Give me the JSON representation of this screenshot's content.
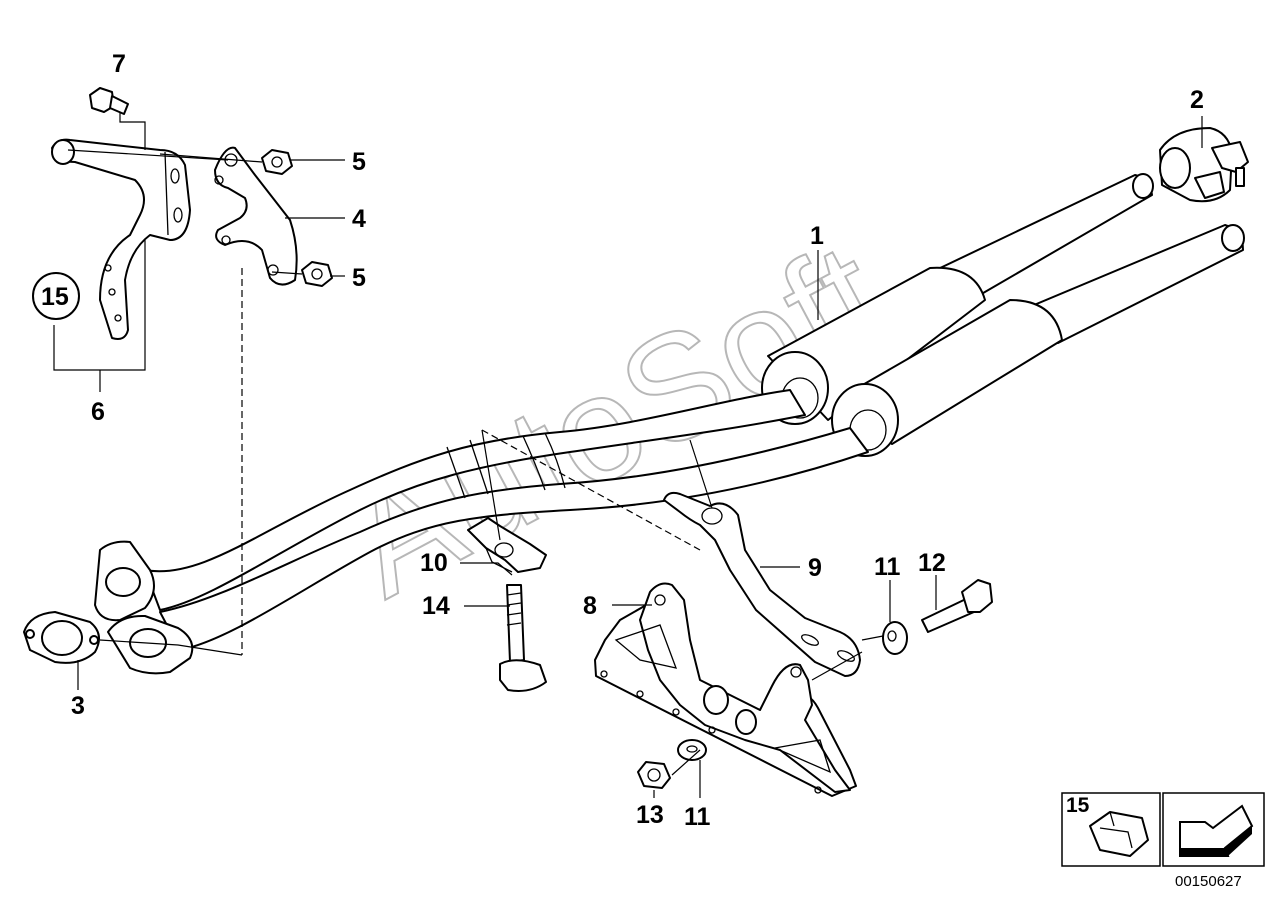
{
  "callouts": {
    "p1": "1",
    "p2": "2",
    "p3": "3",
    "p4": "4",
    "p5a": "5",
    "p5b": "5",
    "p6": "6",
    "p7": "7",
    "p8": "8",
    "p9": "9",
    "p10": "10",
    "p11a": "11",
    "p11b": "11",
    "p12": "12",
    "p13": "13",
    "p14": "14",
    "p15": "15"
  },
  "legend": {
    "label": "15"
  },
  "watermark": "AutoSoft",
  "document_number": "00150627"
}
